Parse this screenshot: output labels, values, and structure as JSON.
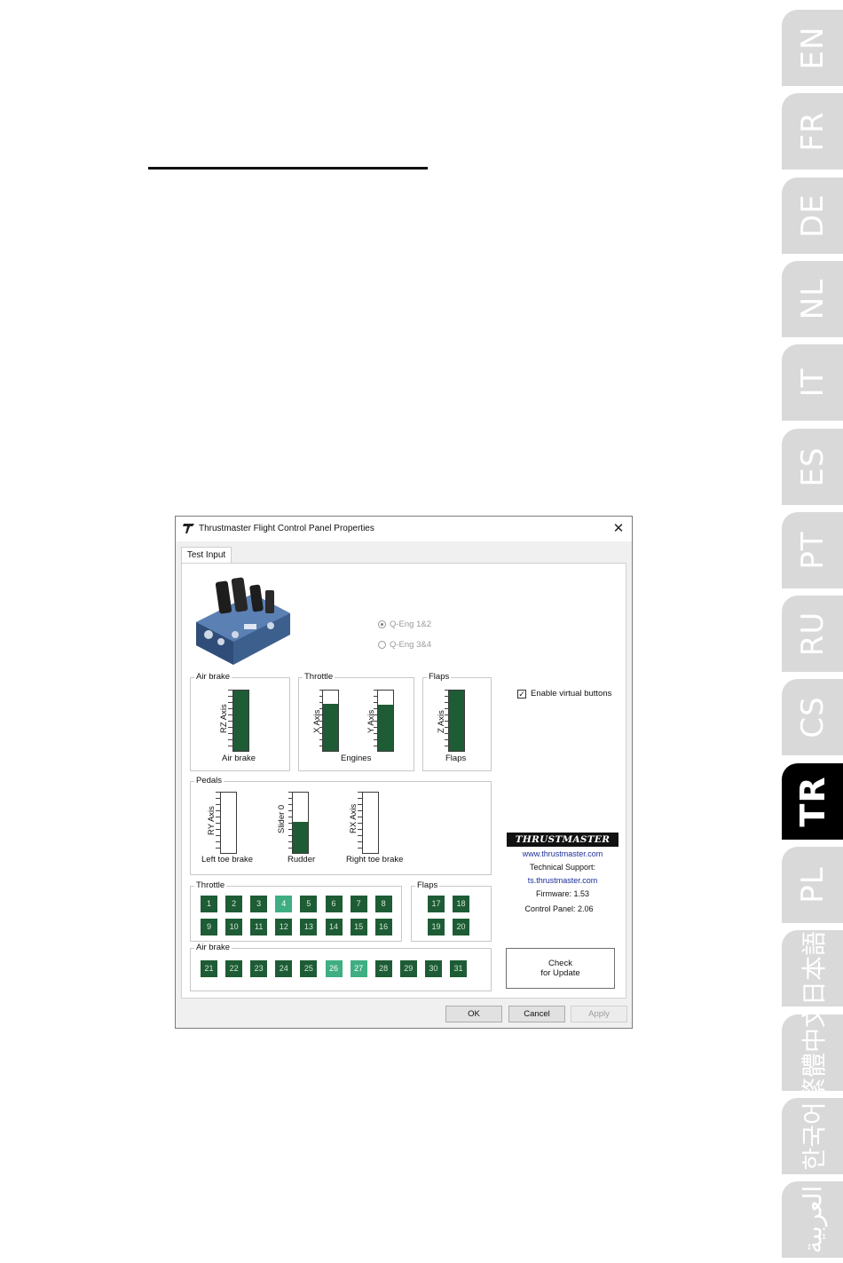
{
  "page": {
    "heading_rule": true
  },
  "language_tabs": [
    {
      "code": "EN",
      "active": false
    },
    {
      "code": "FR",
      "active": false
    },
    {
      "code": "DE",
      "active": false
    },
    {
      "code": "NL",
      "active": false
    },
    {
      "code": "IT",
      "active": false
    },
    {
      "code": "ES",
      "active": false
    },
    {
      "code": "PT",
      "active": false
    },
    {
      "code": "RU",
      "active": false
    },
    {
      "code": "CS",
      "active": false
    },
    {
      "code": "TR",
      "active": true
    },
    {
      "code": "PL",
      "active": false
    },
    {
      "code": "日本語",
      "active": false
    },
    {
      "code": "繁體中文",
      "active": false
    },
    {
      "code": "한국어",
      "active": false
    },
    {
      "code": "العربية",
      "active": false
    }
  ],
  "window": {
    "title": "Thrustmaster Flight Control Panel Properties",
    "close_icon": "close-icon",
    "tab_label": "Test Input",
    "radio_options": [
      {
        "label": "Q-Eng 1&2",
        "selected": true
      },
      {
        "label": "Q-Eng 3&4",
        "selected": false
      }
    ],
    "groups": {
      "air_brake": {
        "title": "Air brake",
        "axis_label": "RZ Axis",
        "caption": "Air brake",
        "level": 1.0
      },
      "throttle": {
        "title": "Throttle",
        "axes": [
          {
            "label": "X Axis",
            "level": 0.78
          },
          {
            "label": "Y Axis",
            "level": 0.76
          }
        ],
        "caption": "Engines"
      },
      "flaps": {
        "title": "Flaps",
        "axis_label": "Z Axis",
        "caption": "Flaps",
        "level": 1.0
      },
      "pedals": {
        "title": "Pedals",
        "axes": [
          {
            "label": "RY Axis",
            "caption": "Left toe brake",
            "level": 0.0
          },
          {
            "label": "Slider 0",
            "caption": "Rudder",
            "level": 0.52
          },
          {
            "label": "RX Axis",
            "caption": "Right toe brake",
            "level": 0.0
          }
        ]
      },
      "throttle_buttons": {
        "title": "Throttle",
        "buttons": [
          {
            "label": "1",
            "pressed": false
          },
          {
            "label": "2",
            "pressed": false
          },
          {
            "label": "3",
            "pressed": false
          },
          {
            "label": "4",
            "pressed": true
          },
          {
            "label": "5",
            "pressed": false
          },
          {
            "label": "6",
            "pressed": false
          },
          {
            "label": "7",
            "pressed": false
          },
          {
            "label": "8",
            "pressed": false
          },
          {
            "label": "9",
            "pressed": false
          },
          {
            "label": "10",
            "pressed": false
          },
          {
            "label": "11",
            "pressed": false
          },
          {
            "label": "12",
            "pressed": false
          },
          {
            "label": "13",
            "pressed": false
          },
          {
            "label": "14",
            "pressed": false
          },
          {
            "label": "15",
            "pressed": false
          },
          {
            "label": "16",
            "pressed": false
          }
        ]
      },
      "flaps_buttons": {
        "title": "Flaps",
        "buttons": [
          {
            "label": "17",
            "pressed": false
          },
          {
            "label": "18",
            "pressed": false
          },
          {
            "label": "19",
            "pressed": false
          },
          {
            "label": "20",
            "pressed": false
          }
        ]
      },
      "airbrake_buttons": {
        "title": "Air brake",
        "buttons": [
          {
            "label": "21",
            "pressed": false
          },
          {
            "label": "22",
            "pressed": false
          },
          {
            "label": "23",
            "pressed": false
          },
          {
            "label": "24",
            "pressed": false
          },
          {
            "label": "25",
            "pressed": false
          },
          {
            "label": "26",
            "pressed": true
          },
          {
            "label": "27",
            "pressed": true
          },
          {
            "label": "28",
            "pressed": false
          },
          {
            "label": "29",
            "pressed": false
          },
          {
            "label": "30",
            "pressed": false
          },
          {
            "label": "31",
            "pressed": false
          }
        ]
      }
    },
    "virtual_buttons": {
      "label": "Enable virtual buttons",
      "checked": true
    },
    "info": {
      "logo_text": "THRUSTMASTER",
      "website": "www.thrustmaster.com",
      "support_label": "Technical Support:",
      "support_url": "ts.thrustmaster.com",
      "firmware": "Firmware:  1.53",
      "control_panel": "Control Panel:  2.06"
    },
    "update_button": {
      "line1": "Check",
      "line2": "for Update"
    },
    "dialog_buttons": {
      "ok": "OK",
      "cancel": "Cancel",
      "apply": "Apply"
    }
  },
  "colors": {
    "bar_fill": "#1e5c35",
    "button_idle": "#1e5c35",
    "button_pressed": "#3fae82",
    "tab_inactive": "#d9d9d9",
    "tab_active": "#000000",
    "link": "#1c2e9a"
  }
}
